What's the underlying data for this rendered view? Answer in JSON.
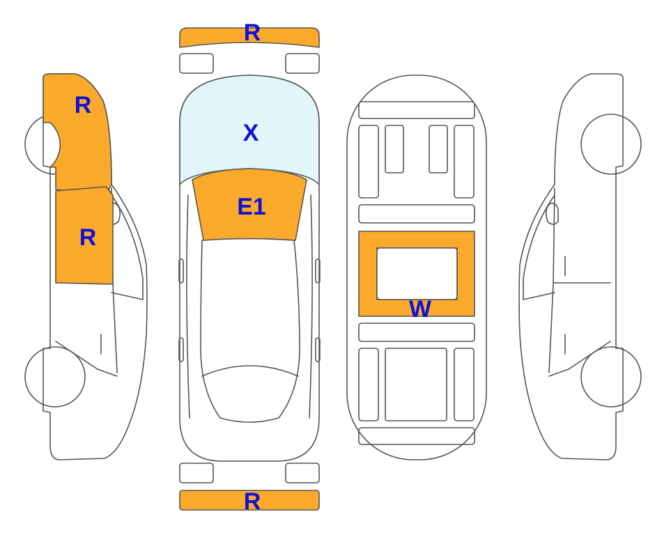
{
  "colors": {
    "damage": "#FBAA2B",
    "glass": "#E0F6FB",
    "outline": "#555555",
    "label": "#1010D8"
  },
  "legend_codes": {
    "front_bumper": "R",
    "left_front_fender": "R",
    "left_front_door": "R",
    "windshield": "X",
    "hood": "E1",
    "underbody_center": "W",
    "rear_bumper": "R"
  }
}
